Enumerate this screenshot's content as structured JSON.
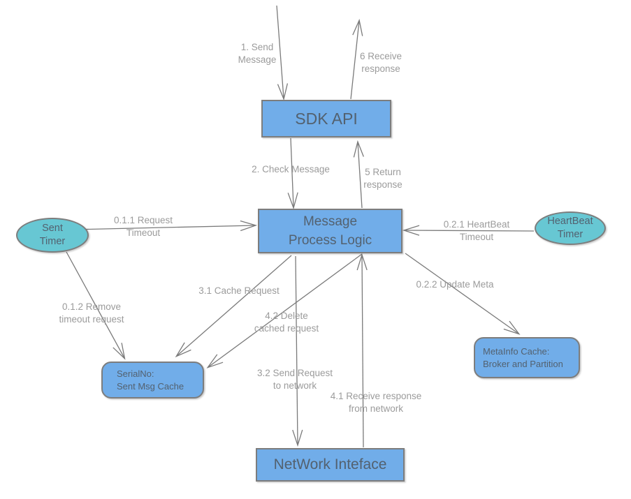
{
  "diagram": {
    "colors": {
      "background": "#ffffff",
      "node_fill": "#71ade9",
      "node_border": "#7d7d7d",
      "ellipse_fill": "#67c7d3",
      "node_text": "#53616f",
      "edge_label": "#9b9b9b",
      "edge_line": "#7a7a7a"
    },
    "nodes": {
      "sdk_api": {
        "label": "SDK API"
      },
      "message_process_logic": {
        "label": "Message\nProcess Logic"
      },
      "network_interface": {
        "label": "NetWork Inteface"
      },
      "serialno_cache": {
        "label": "SerialNo:\nSent Msg Cache"
      },
      "metainfo_cache": {
        "label": "MetaInfo Cache:\nBroker and Partition"
      },
      "sent_timer": {
        "label": "Sent\nTimer"
      },
      "heartbeat_timer": {
        "label": "HeartBeat\nTimer"
      }
    },
    "edge_labels": {
      "send_message": "1. Send\nMessage",
      "receive_response": "6 Receive\nresponse",
      "check_message": "2. Check Message",
      "return_response": "5 Return\nresponse",
      "request_timeout": "0.1.1 Request\nTimeout",
      "heartbeat_timeout": "0.2.1 HeartBeat\nTimeout",
      "remove_timeout_request": "0.1.2 Remove\ntimeout request",
      "cache_request": "3.1 Cache Request",
      "delete_cached_request": "4.2 Delete\ncached request",
      "update_meta": "0.2.2 Update Meta",
      "send_request_to_network": "3.2 Send Request\nto network",
      "receive_response_from_network": "4.1 Receive response\nfrom network"
    }
  }
}
